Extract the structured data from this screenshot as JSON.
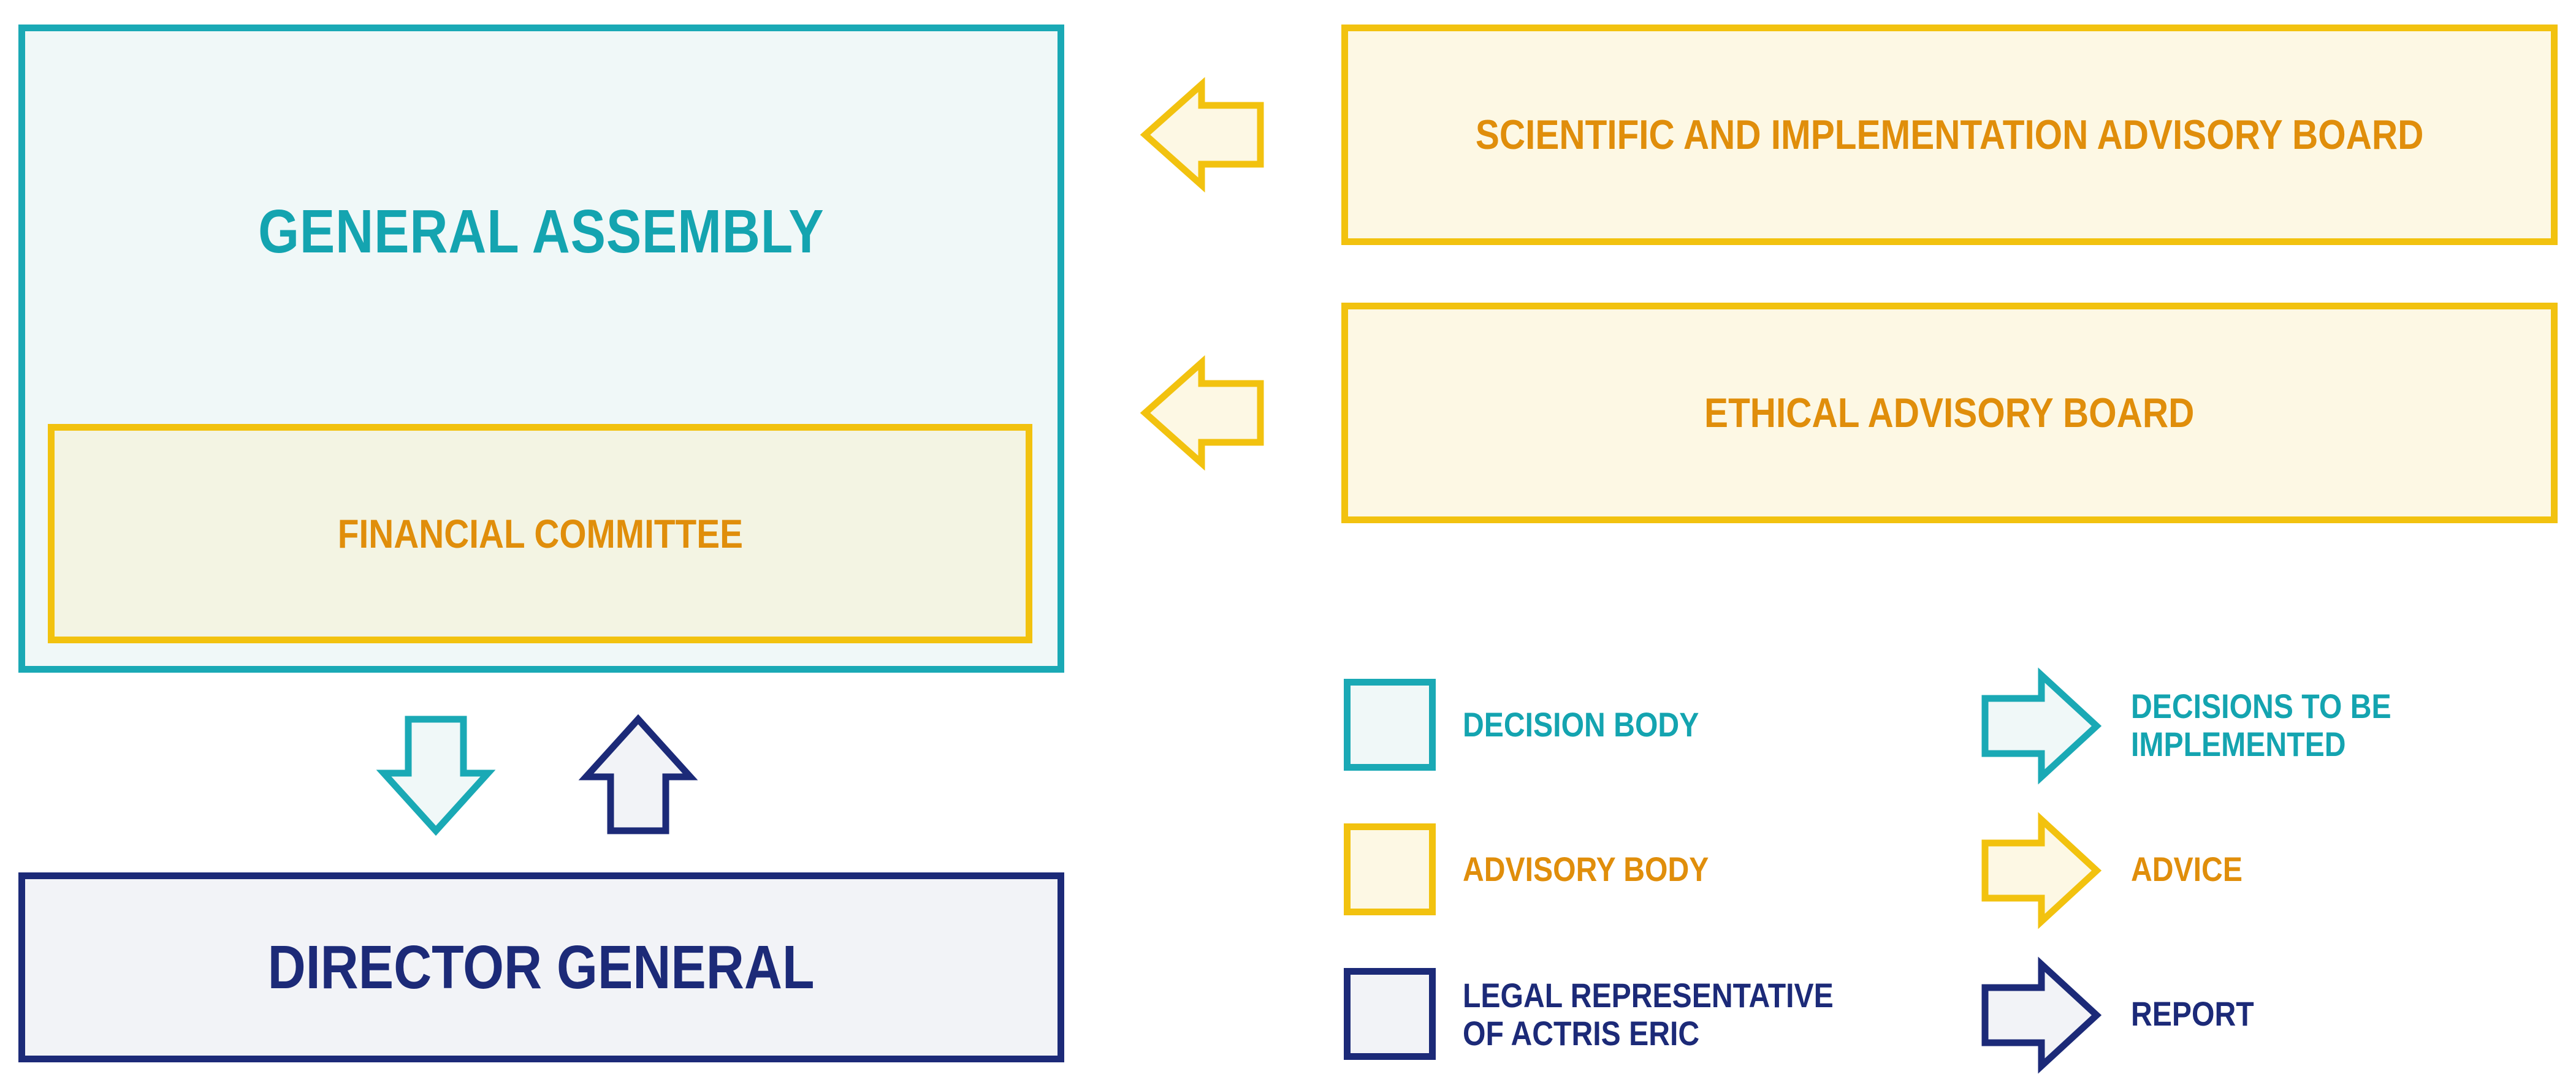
{
  "boxes": {
    "general_assembly": "GENERAL ASSEMBLY",
    "financial_committee": "FINANCIAL COMMITTEE",
    "director_general": "DIRECTOR GENERAL",
    "scientific_board": "SCIENTIFIC AND IMPLEMENTATION ADVISORY BOARD",
    "ethical_board": "ETHICAL ADVISORY BOARD"
  },
  "legend": {
    "decision_body": "DECISION BODY",
    "advisory_body": "ADVISORY BODY",
    "legal_representative": "LEGAL REPRESENTATIVE\nOF ACTRIS ERIC",
    "decisions_to_be_implemented": "DECISIONS TO BE\nIMPLEMENTED",
    "advice": "ADVICE",
    "report": "REPORT"
  },
  "colors": {
    "decision": "#1aa9b5",
    "advisory": "#f2c20f",
    "advisory_text": "#e08e0b",
    "legal": "#1c2a78"
  }
}
